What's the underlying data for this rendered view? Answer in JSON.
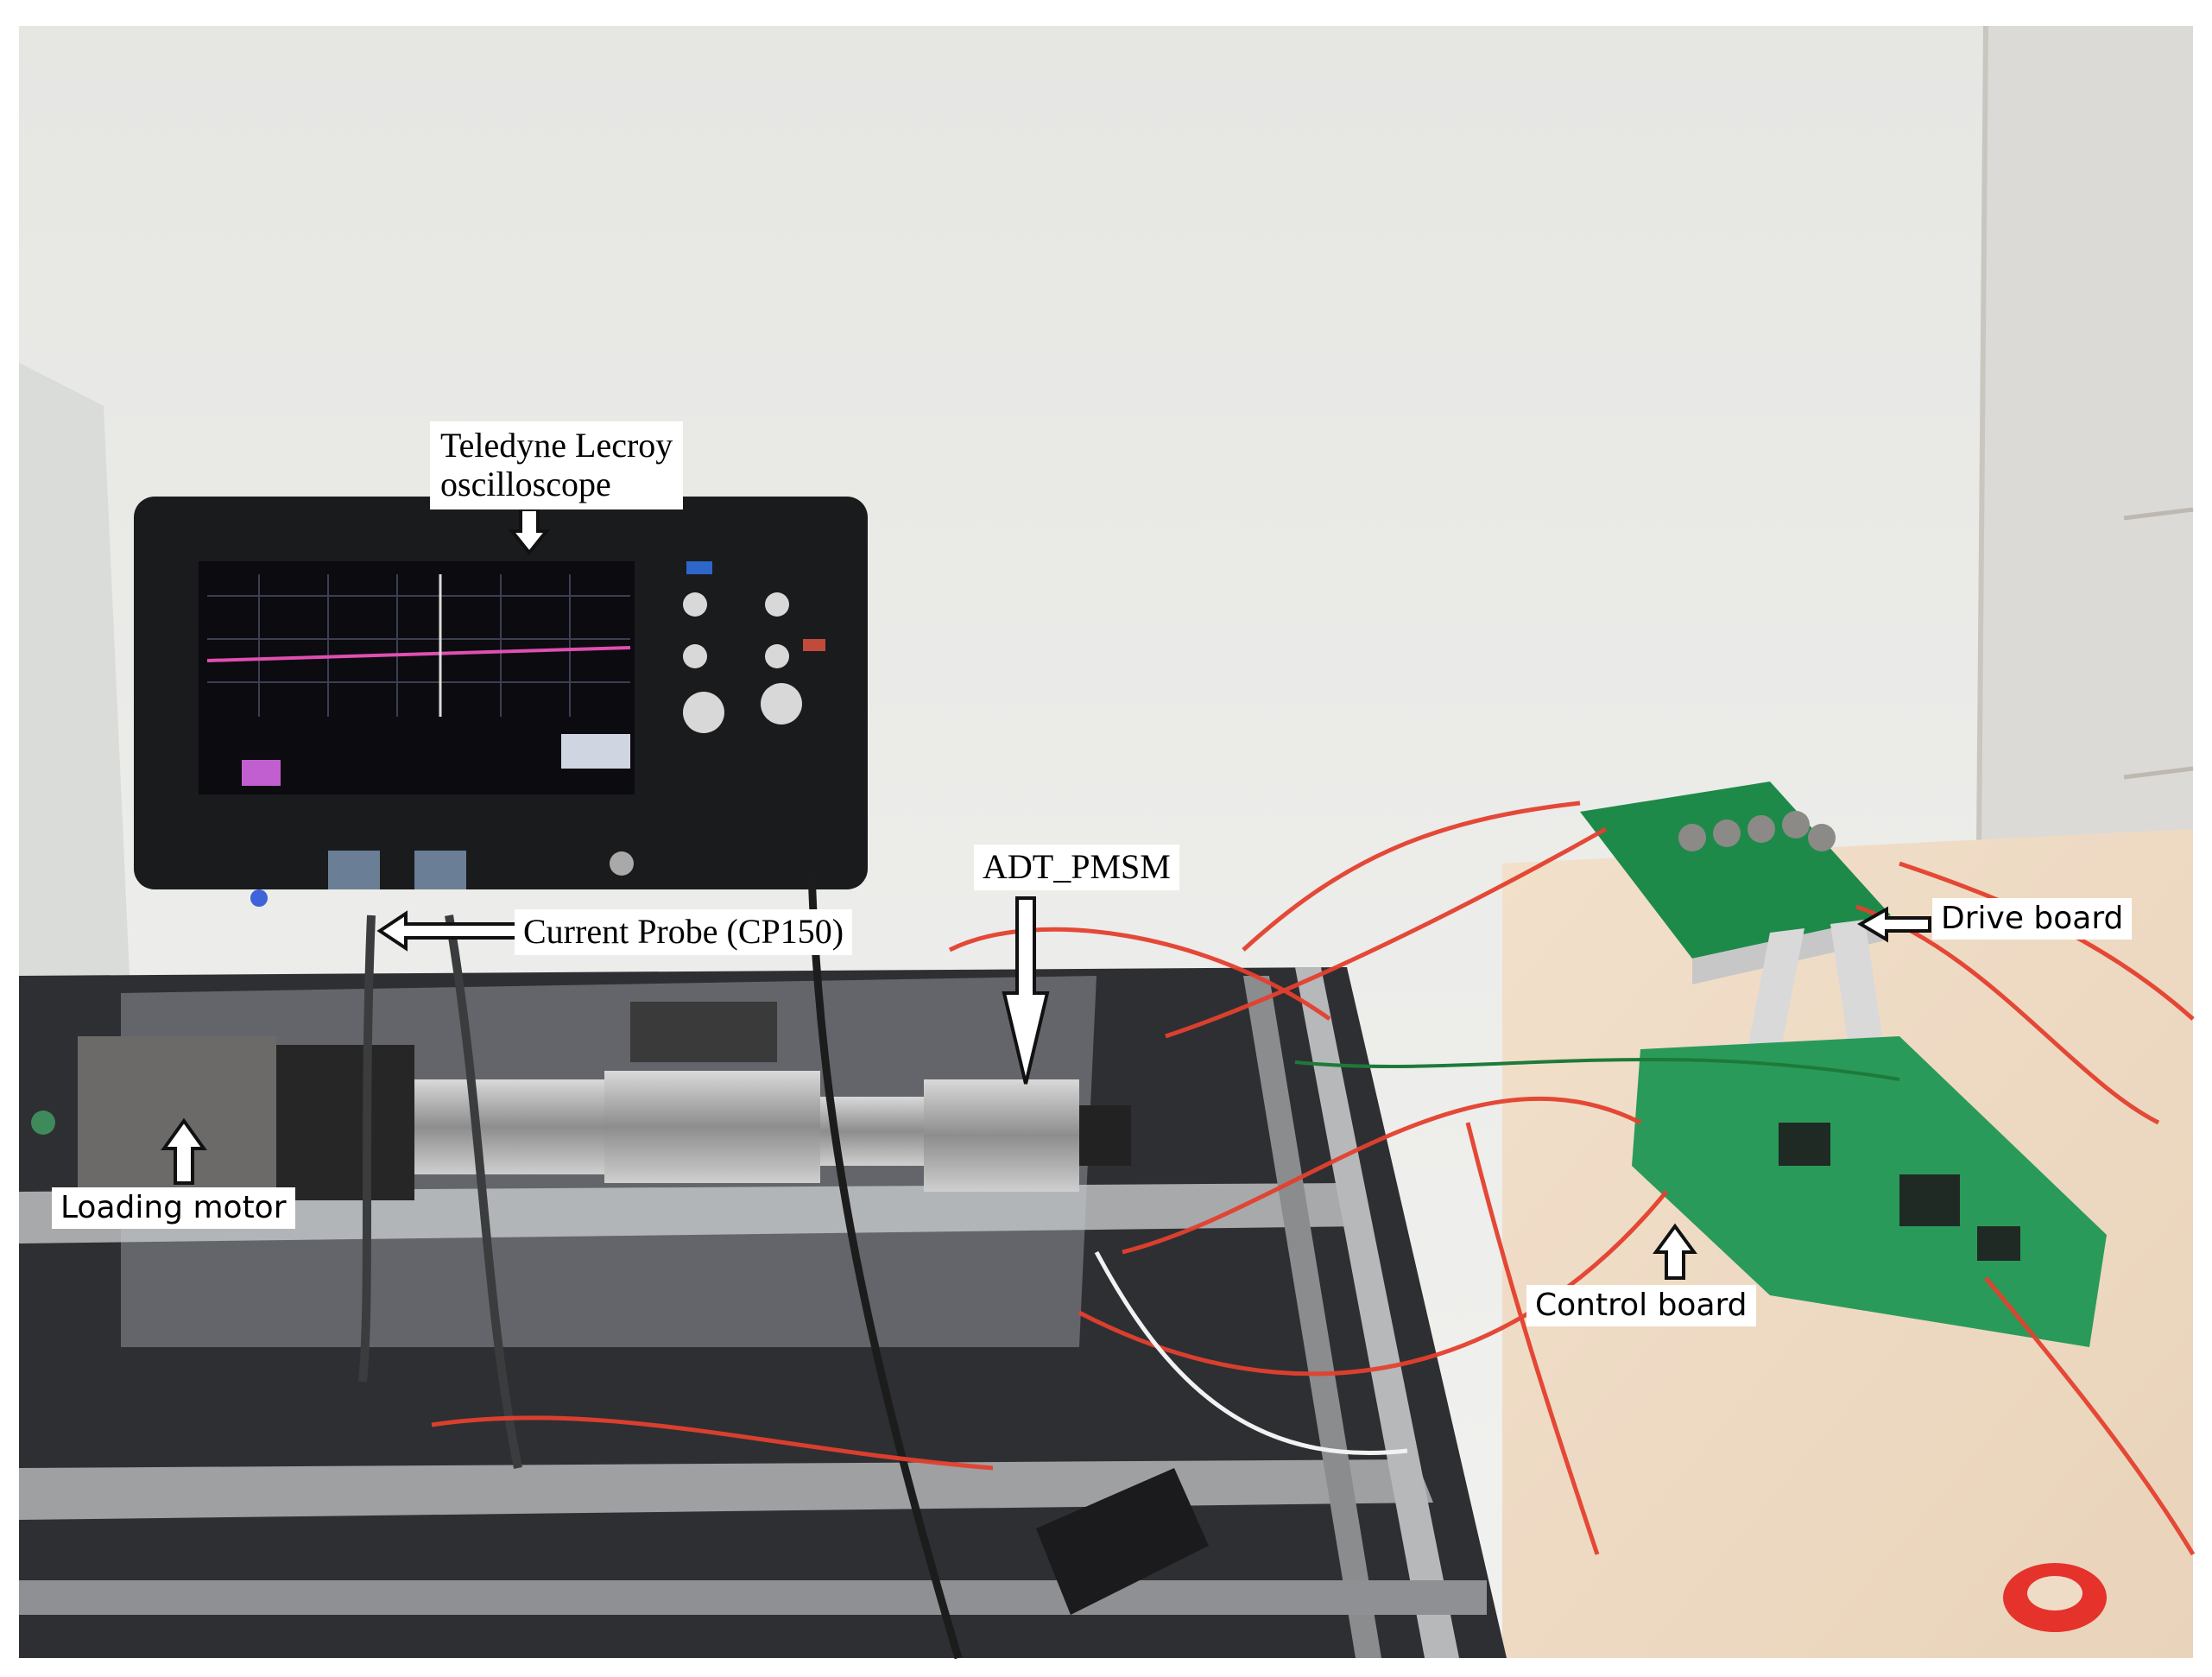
{
  "labels": {
    "oscilloscope": [
      "Teledyne Lecroy",
      "oscilloscope"
    ],
    "current_probe": "Current Probe (CP150)",
    "adt_pmsm": "ADT_PMSM",
    "drive_board": "Drive board",
    "control_board": "Control board",
    "loading_motor": "Loading motor"
  },
  "colors": {
    "wall": "#e7e7e4",
    "desk": "#efdcc6",
    "pcb": "#1f8a4c",
    "wire": "#e4402e",
    "frame": "#2b2b2d"
  },
  "icons": [
    "arrow-down-icon",
    "arrow-left-icon",
    "arrow-up-icon"
  ]
}
